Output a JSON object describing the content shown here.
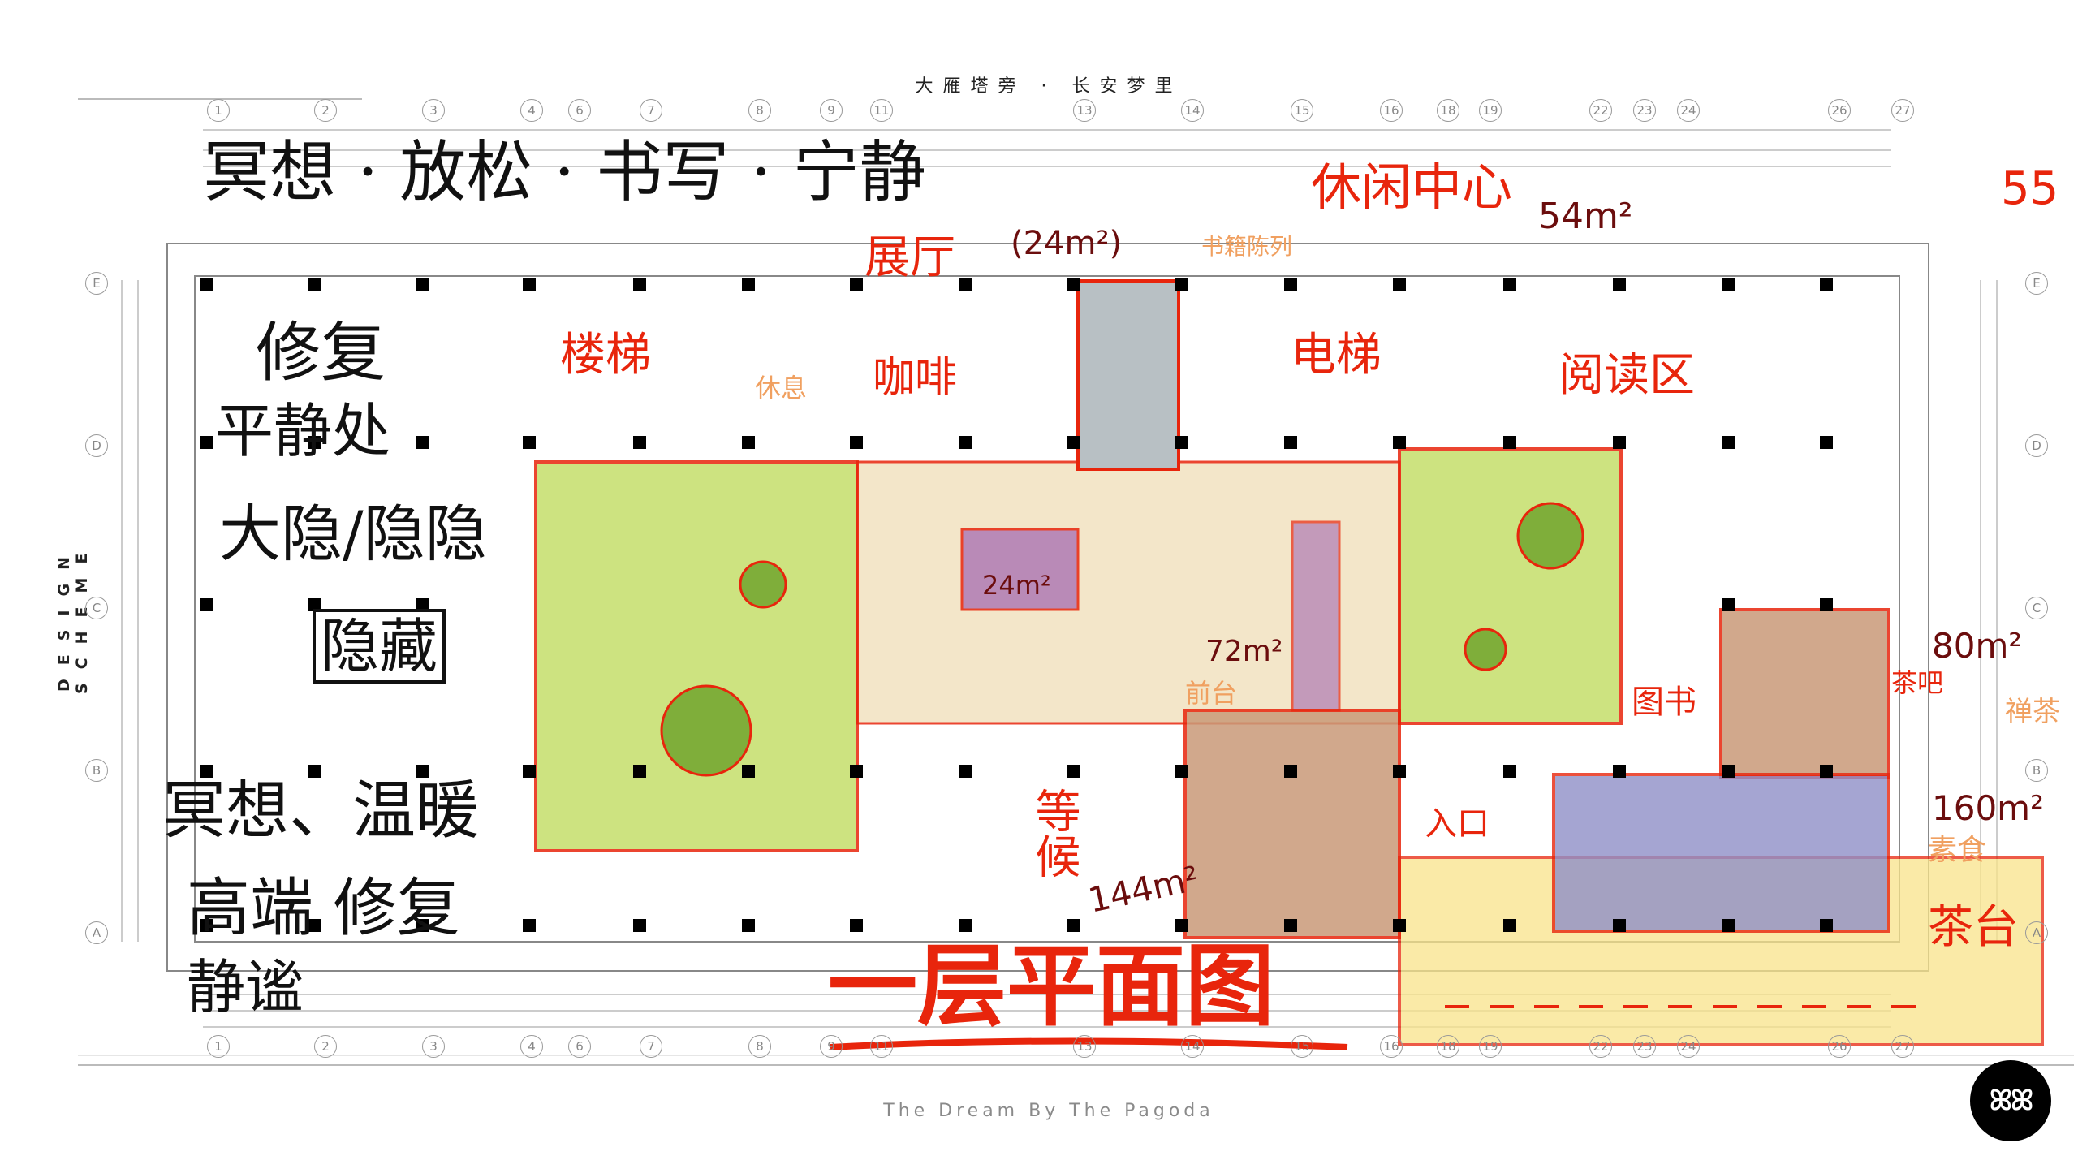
{
  "header": {
    "title": "大雁塔旁 · 长安梦里"
  },
  "side_label": "DESIGN SCHEME",
  "footer": {
    "tagline": "The Dream By The Pagoda"
  },
  "logo": {
    "text": "ꕤꕤ"
  },
  "plan": {
    "title": "一层平面图",
    "grid_axes_columns": [
      "1",
      "2",
      "3",
      "4",
      "6",
      "7",
      "8",
      "9",
      "11",
      "13",
      "14",
      "15",
      "16",
      "18",
      "19",
      "22",
      "23",
      "24",
      "26",
      "27"
    ],
    "grid_axes_rows": [
      "E",
      "D",
      "C",
      "B",
      "A"
    ],
    "black_notes": [
      "冥想 · 放松 · 书写 · 宁静",
      "修复",
      "平静处",
      "大隐/隐隐",
      "隐藏",
      "冥想、温暖",
      "高端 修复",
      "静谧"
    ],
    "red_labels": {
      "exhibition": "展厅",
      "exhibition_area": "(24m²)",
      "lounge": "休闲中心",
      "lounge_area": "54m²",
      "stairs": "楼梯",
      "coffee": "咖啡",
      "elevator": "电梯",
      "reading": "阅读区",
      "purple_area": "24m²",
      "mid_area": "72m²",
      "waiting": "等候",
      "waiting_area": "144m²",
      "entrance": "入口",
      "library": "图书",
      "tea": "茶吧",
      "tea_area": "80m²",
      "dining_area": "160m²",
      "teahouse": "茶台",
      "corner": "55"
    },
    "orange_labels": {
      "calligraphy": "书籍陈列",
      "tea_bar": "禅茶",
      "vegetarian": "素食",
      "rest": "休息",
      "area": "前台"
    }
  },
  "colors": {
    "red": "#e8250c",
    "green": "#c5df6a",
    "beige": "#f1e2c0",
    "purple": "#b07ab5",
    "gray": "#b8c0c4",
    "brown": "#c99a78",
    "blue": "#8f8fc8",
    "yellow": "#f9e48a"
  }
}
